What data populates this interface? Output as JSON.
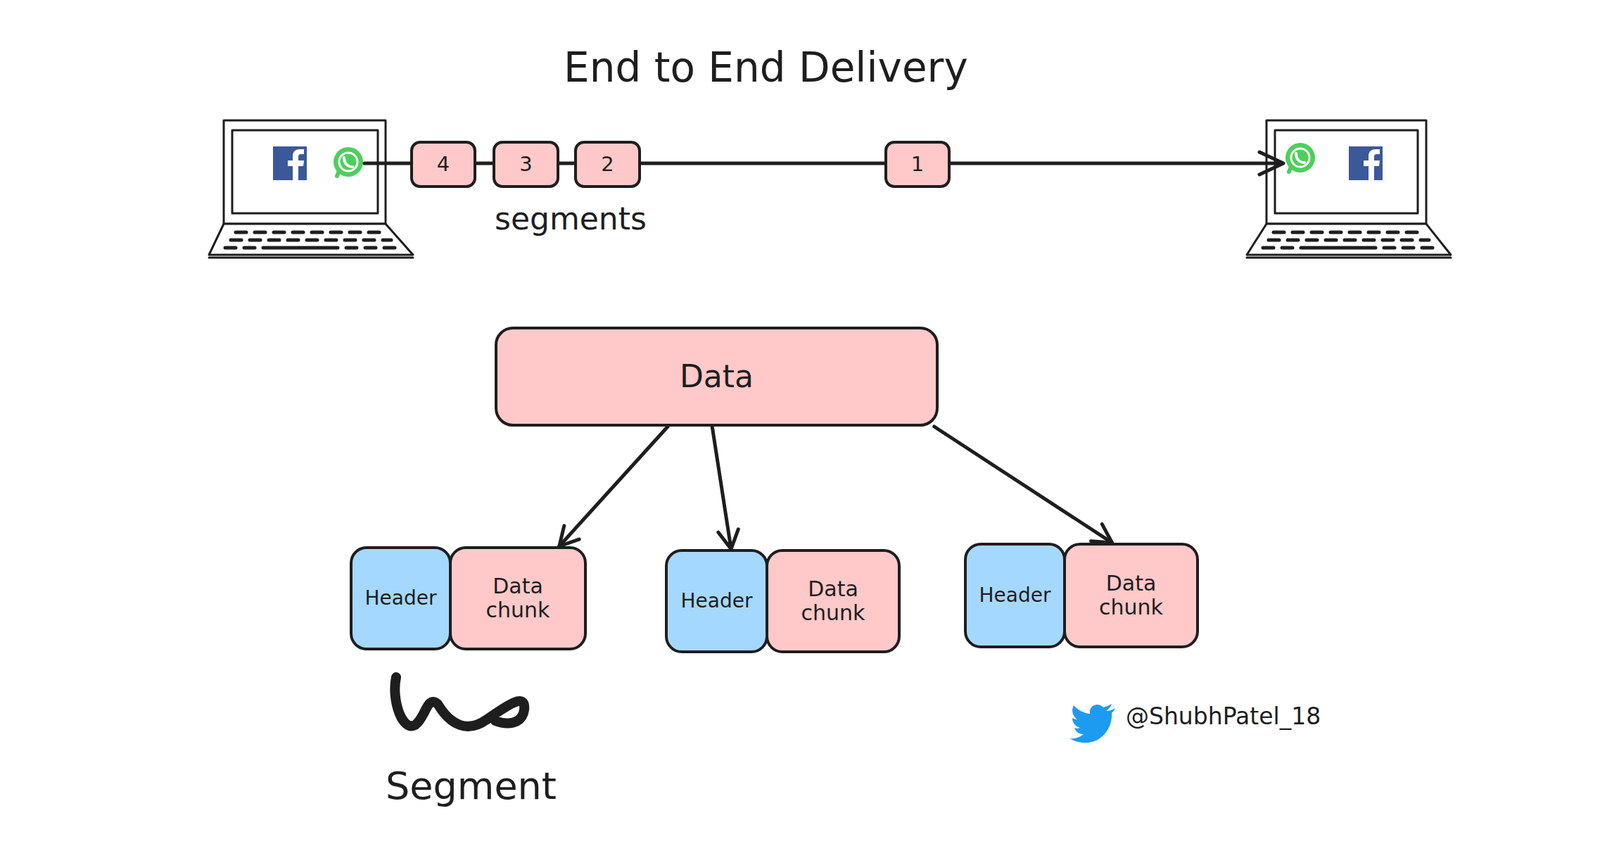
{
  "diagram": {
    "title": "End to End Delivery",
    "nodes": [
      {
        "text": [
          "4"
        ]
      },
      {
        "text": [
          "3"
        ]
      },
      {
        "text": [
          "2"
        ]
      },
      {
        "text": [
          "1"
        ]
      },
      {
        "text": [
          "Data"
        ]
      },
      {
        "text": [
          "Header"
        ]
      },
      {
        "text": [
          "Data chunk"
        ]
      },
      {
        "text": [
          "Header"
        ]
      },
      {
        "text": [
          "Data chunk"
        ]
      },
      {
        "text": [
          "Header"
        ]
      },
      {
        "text": [
          "Data chunk"
        ]
      }
    ],
    "edges": [
      {
        "from": 4,
        "to": 6,
        "arrow": "to"
      },
      {
        "from": 4,
        "to": 7,
        "arrow": "to"
      },
      {
        "from": 4,
        "to": 10,
        "arrow": "to"
      }
    ],
    "labels": [
      "segments",
      "Segment",
      "@ShubhPatel_18"
    ]
  }
}
